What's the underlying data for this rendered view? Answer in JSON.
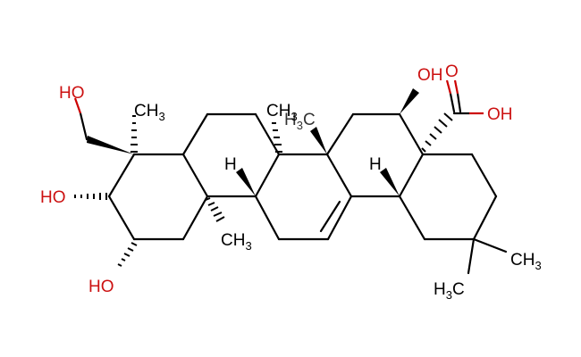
{
  "diagram": {
    "type": "chemical-structure",
    "labels": {
      "ho_ch2": "HO",
      "ch3_c4": "CH",
      "ch3_c4_sub": "3",
      "ho_c3": "HO",
      "ho_c2": "HO",
      "ch3_c10": "CH",
      "ch3_c10_sub": "3",
      "h_c9": "H",
      "ch3_c8": "CH",
      "ch3_c8_sub": "3",
      "h3c_c14": "H",
      "h3c_c14_sub": "3",
      "h3c_c14_c": "C",
      "h_c18": "H",
      "oh_c16": "OH",
      "o_carbonyl": "O",
      "oh_acid": "OH",
      "ch3_c20a": "CH",
      "ch3_c20a_sub": "3",
      "h3c_c20b": "H",
      "h3c_c20b_sub": "3",
      "h3c_c20b_c": "C"
    },
    "colors": {
      "bond": "#000000",
      "heteroatom": "#cc1111"
    }
  }
}
